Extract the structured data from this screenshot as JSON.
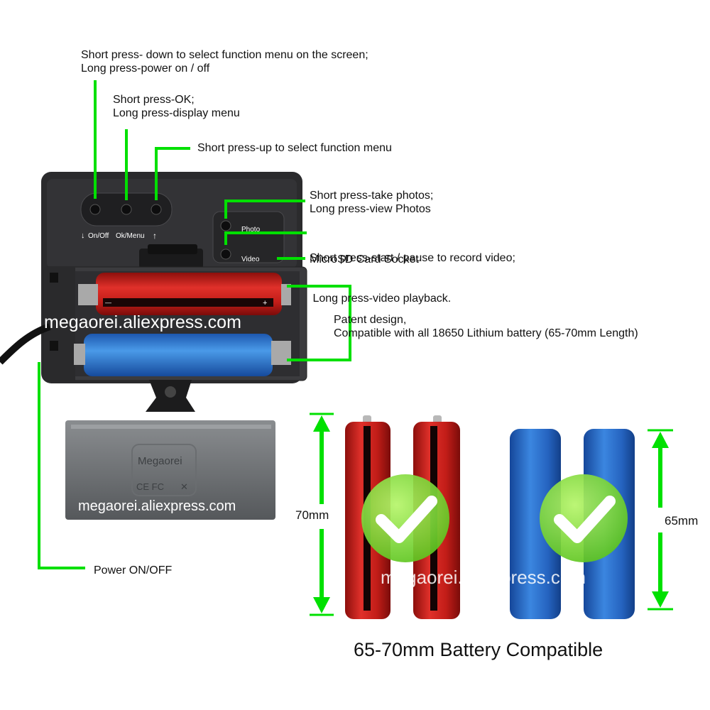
{
  "annotations": {
    "down_button": {
      "line1": "Short press- down to select function menu on the screen;",
      "line2": "Long press-power on / off"
    },
    "ok_button": {
      "line1": "Short press-OK;",
      "line2": "Long press-display menu"
    },
    "up_button": {
      "line1": "Short press-up to select function menu"
    },
    "photo_button": {
      "line1": "Short press-take photos;",
      "line2": "Long press-view Photos"
    },
    "video_button": {
      "line1": "Short press-start / pause to record video;",
      "line2": " Long press-video playback."
    },
    "sd_socket": "MicroSD Card Socket",
    "battery_bay": {
      "line1": "Patent design,",
      "line2": "Compatible with all 18650 Lithium battery (65-70mm Length)"
    },
    "power": "Power ON/OFF"
  },
  "device_labels": {
    "on_off": "On/Off",
    "ok_menu": "Ok/Menu",
    "photo": "Photo",
    "video": "Video",
    "brand": "Megaorei",
    "cover_marks": "CE FC"
  },
  "watermarks": {
    "top": "megaorei.aliexpress.com",
    "cover": "megaorei.aliexpress.com",
    "batteries": "megaorei.aliexpress.com"
  },
  "dimensions": {
    "red": "70mm",
    "blue": "65mm"
  },
  "caption": "65-70mm Battery Compatible",
  "colors": {
    "annotation_line": "#00e000",
    "red_cell": "#c8201c",
    "blue_cell": "#2d72c8",
    "check": "#8ee636"
  }
}
